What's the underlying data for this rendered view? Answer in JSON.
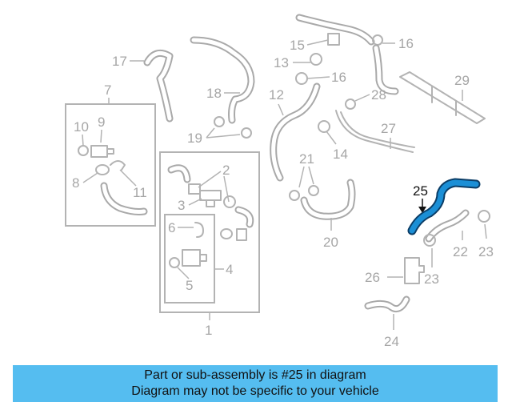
{
  "diagram": {
    "highlight_color": "#1b8fd6",
    "banner_color": "#55bdf0",
    "callouts": {
      "c1": "1",
      "c2": "2",
      "c3": "3",
      "c4": "4",
      "c5": "5",
      "c6": "6",
      "c7": "7",
      "c8": "8",
      "c9": "9",
      "c10": "10",
      "c11": "11",
      "c12": "12",
      "c13": "13",
      "c14": "14",
      "c15": "15",
      "c16a": "16",
      "c16b": "16",
      "c17": "17",
      "c18": "18",
      "c19": "19",
      "c20": "20",
      "c21": "21",
      "c22": "22",
      "c23a": "23",
      "c23b": "23",
      "c24": "24",
      "c25": "25",
      "c26": "26",
      "c27": "27",
      "c28": "28",
      "c29": "29"
    }
  },
  "banner": {
    "line1": "Part or sub-assembly is #25 in diagram",
    "line2": "Diagram may not be specific to your vehicle"
  }
}
